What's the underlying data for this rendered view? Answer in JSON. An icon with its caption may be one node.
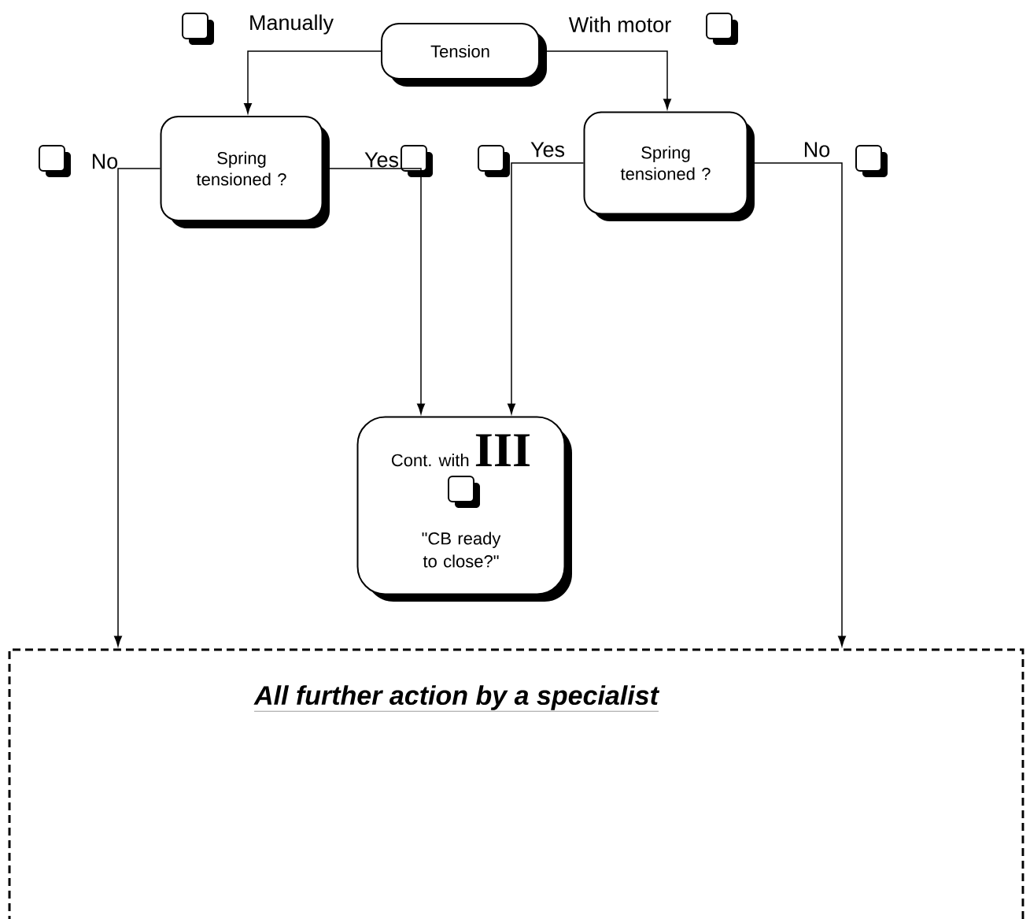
{
  "diagram": {
    "nodes": [
      {
        "text": [
          "Tension"
        ]
      },
      {
        "text": [
          "Spring tensioned ?"
        ]
      },
      {
        "text": [
          "Spring tensioned ?"
        ]
      },
      {
        "text": [
          "Cont. with",
          "III",
          "\"CB ready to close?\""
        ]
      },
      {
        "text": [
          "All further action by a specialist"
        ]
      }
    ],
    "edges": [
      {
        "from": 0,
        "to": 1,
        "arrow": "to",
        "label": "Manually"
      },
      {
        "from": 0,
        "to": 2,
        "arrow": "to",
        "label": "With motor"
      },
      {
        "from": 1,
        "to": 4,
        "arrow": "to",
        "label": "No"
      },
      {
        "from": 1,
        "to": 3,
        "arrow": "to",
        "label": "Yes"
      },
      {
        "from": 2,
        "to": 3,
        "arrow": "to",
        "label": "Yes"
      },
      {
        "from": 2,
        "to": 4,
        "arrow": "to",
        "label": "No"
      }
    ]
  }
}
